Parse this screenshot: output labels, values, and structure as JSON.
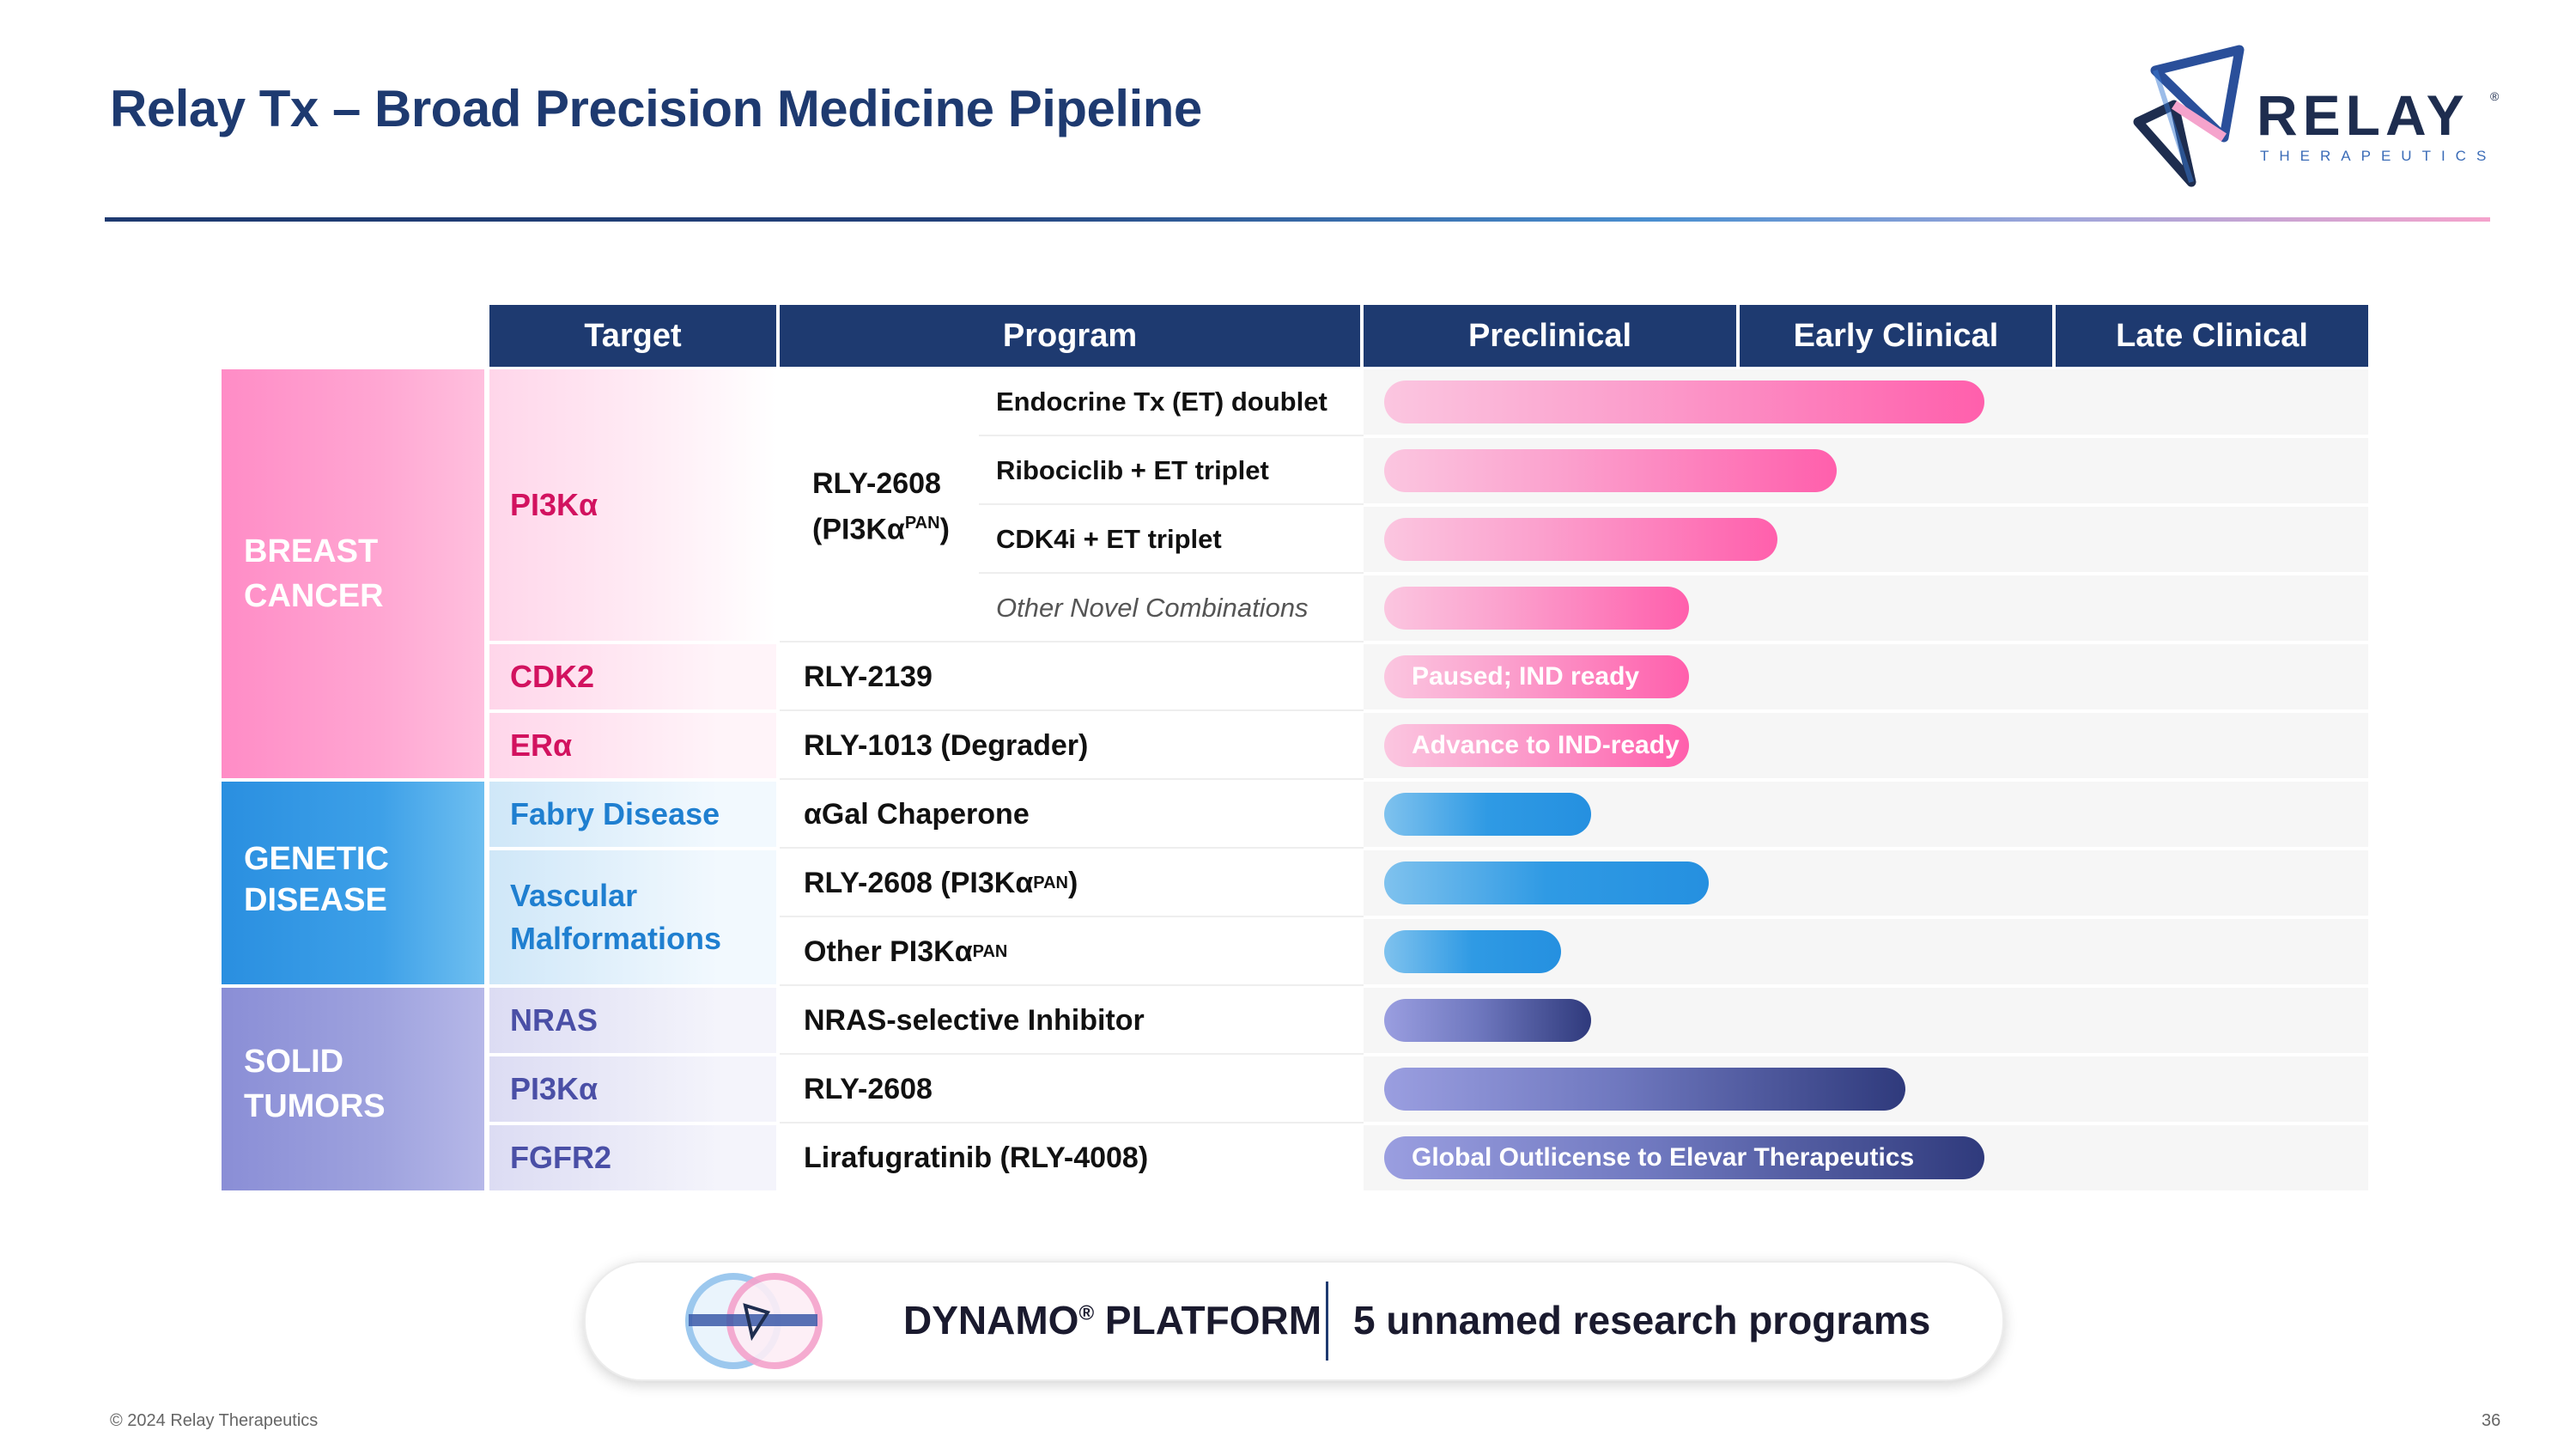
{
  "title": "Relay Tx – Broad Precision Medicine Pipeline",
  "logo": {
    "word": "RELAY",
    "reg": "®",
    "sub": "THERAPEUTICS"
  },
  "headers": {
    "target": "Target",
    "program": "Program",
    "preclinical": "Preclinical",
    "early": "Early Clinical",
    "late": "Late Clinical"
  },
  "categories": [
    {
      "label1": "BREAST",
      "label2": "CANCER",
      "color": "#ff8cc6"
    },
    {
      "label1": "GENETIC",
      "label2": "DISEASE",
      "color": "#2a93e2"
    },
    {
      "label1": "SOLID",
      "label2": "TUMORS",
      "color": "#8e92d8"
    }
  ],
  "targets": {
    "pi3ka_breast": "PI3Kα",
    "cdk2": "CDK2",
    "era": "ERα",
    "fabry": "Fabry Disease",
    "vascular1": "Vascular",
    "vascular2": "Malformations",
    "nras": "NRAS",
    "pi3ka_solid": "PI3Kα",
    "fgfr2": "FGFR2"
  },
  "programs": {
    "rly2608_line1": "RLY-2608",
    "rly2608_line2_open": "(PI3Kα",
    "rly2608_line2_sup": "PAN",
    "rly2608_line2_close": ")",
    "sub1": "Endocrine Tx (ET) doublet",
    "sub2": "Ribociclib + ET triplet",
    "sub3": "CDK4i + ET triplet",
    "sub4": "Other Novel Combinations",
    "rly2139": "RLY-2139",
    "rly1013": "RLY-1013 (Degrader)",
    "agal": "αGal Chaperone",
    "vasc_a_main": "RLY-2608 (PI3Kα",
    "vasc_a_sup": "PAN",
    "vasc_a_close": ")",
    "vasc_b_main": "Other PI3Kα",
    "vasc_b_sup": "PAN",
    "nras_prog": "NRAS-selective Inhibitor",
    "solid_pi3k": "RLY-2608",
    "lira": "Lirafugratinib (RLY-4008)"
  },
  "bars": [
    {
      "row": "Endocrine Tx (ET) doublet",
      "progress": 0.61,
      "label": ""
    },
    {
      "row": "Ribociclib + ET triplet",
      "progress": 0.46,
      "label": ""
    },
    {
      "row": "CDK4i + ET triplet",
      "progress": 0.4,
      "label": ""
    },
    {
      "row": "Other Novel Combinations",
      "progress": 0.31,
      "label": ""
    },
    {
      "row": "RLY-2139",
      "progress": 0.31,
      "label": "Paused; IND ready"
    },
    {
      "row": "RLY-1013 (Degrader)",
      "progress": 0.31,
      "label": "Advance to IND-ready"
    },
    {
      "row": "αGal Chaperone",
      "progress": 0.21,
      "label": ""
    },
    {
      "row": "RLY-2608 (PI3Kα PAN)",
      "progress": 0.33,
      "label": ""
    },
    {
      "row": "Other PI3Kα PAN",
      "progress": 0.18,
      "label": ""
    },
    {
      "row": "NRAS-selective Inhibitor",
      "progress": 0.21,
      "label": ""
    },
    {
      "row": "RLY-2608",
      "progress": 0.53,
      "label": ""
    },
    {
      "row": "Lirafugratinib (RLY-4008)",
      "progress": 0.61,
      "label": "Global Outlicense to Elevar Therapeutics"
    }
  ],
  "dynamo": {
    "left": "DYNAMO",
    "reg": "®",
    "left2": " PLATFORM",
    "right": "5 unnamed research programs"
  },
  "footer": {
    "copyright": "© 2024 Relay Therapeutics",
    "page": "36"
  }
}
